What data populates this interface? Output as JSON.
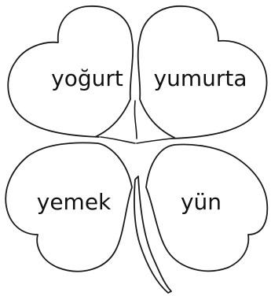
{
  "leaves": {
    "top_left": "yoğurt",
    "top_right": "yumurta",
    "bottom_left": "yemek",
    "bottom_right": "yün"
  },
  "colors": {
    "outline": "#1a1a1a",
    "fill": "#ffffff",
    "text": "#111111"
  }
}
